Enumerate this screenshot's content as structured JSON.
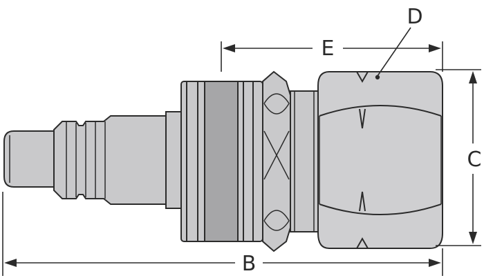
{
  "figure": {
    "description_labels": {
      "B": "B",
      "C": "C",
      "D": "D",
      "E": "E"
    },
    "colors": {
      "metal_light": "#c9c9cb",
      "metal_dark": "#a6a6a8",
      "hex_nut": "#cfcfd1",
      "line": "#2b2b2b"
    }
  }
}
